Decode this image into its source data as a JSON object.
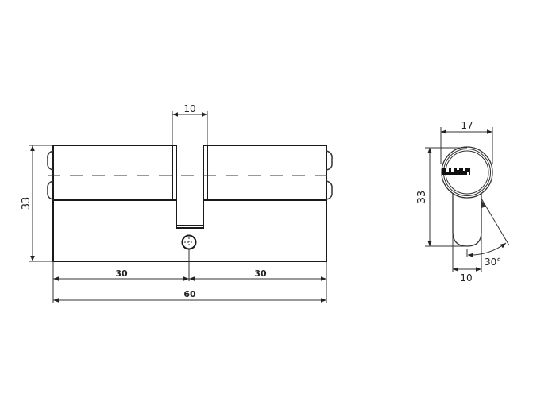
{
  "front_view": {
    "dim_cam_width": "10",
    "dim_height": "33",
    "dim_left_length": "30",
    "dim_right_length": "30",
    "dim_total_length": "60"
  },
  "side_view": {
    "dim_diameter": "17",
    "dim_height": "33",
    "dim_bottom_width": "10",
    "dim_angle": "30°"
  }
}
